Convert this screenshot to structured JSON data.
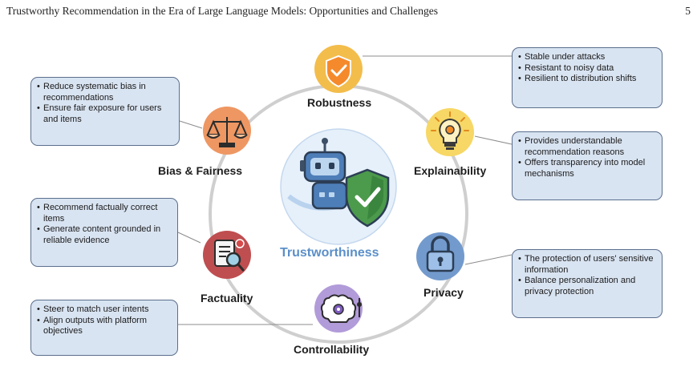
{
  "header": {
    "title": "Trustworthy Recommendation in the Era of Large Language Models: Opportunities and Challenges",
    "page_number": "5"
  },
  "center": {
    "label": "Trustworthiness",
    "color": "#5b8fc9"
  },
  "dimensions": [
    {
      "id": "robustness",
      "label": "Robustness",
      "icon": "shield-check-icon",
      "color": "#f0b23c",
      "points": [
        "Stable under attacks",
        "Resistant to noisy data",
        "Resilient to distribution shifts"
      ]
    },
    {
      "id": "explainability",
      "label": "Explainability",
      "icon": "lightbulb-gear-icon",
      "color": "#f6d35c",
      "points": [
        "Provides understandable recommendation reasons",
        "Offers transparency into model mechanisms"
      ]
    },
    {
      "id": "privacy",
      "label": "Privacy",
      "icon": "padlock-icon",
      "color": "#6c93c9",
      "points": [
        "The protection of users' sensitive information",
        "Balance personalization and privacy protection"
      ]
    },
    {
      "id": "controllability",
      "label": "Controllability",
      "icon": "brain-gear-icon",
      "color": "#a98fd3",
      "points": [
        "Steer to match user intents",
        "Align outputs with platform objectives"
      ]
    },
    {
      "id": "factuality",
      "label": "Factuality",
      "icon": "checklist-magnifier-icon",
      "color": "#b8484a",
      "points": [
        "Recommend factually correct items",
        "Generate content grounded in reliable evidence"
      ]
    },
    {
      "id": "bias",
      "label": "Bias & Fairness",
      "icon": "balance-scale-icon",
      "color": "#e7905e",
      "points": [
        "Reduce systematic bias in recommendations",
        "Ensure fair exposure for users and items"
      ]
    }
  ]
}
